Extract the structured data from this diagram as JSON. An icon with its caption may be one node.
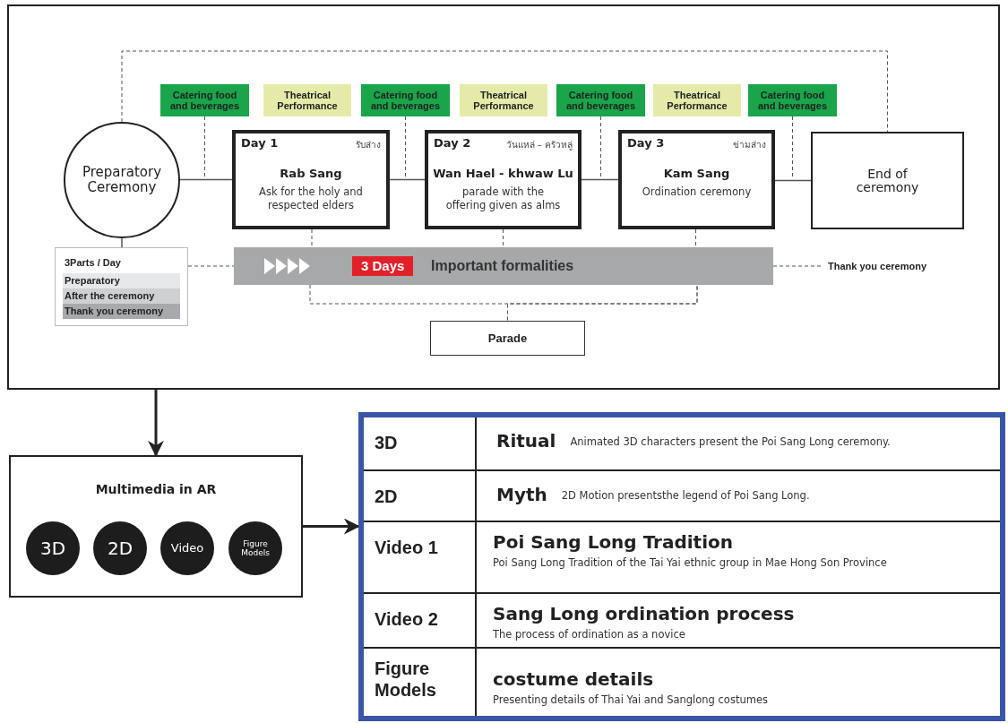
{
  "diagram": {
    "nodes": [
      {
        "text": [],
        "shape": "box"
      },
      {
        "text": [
          "Preparatory Ceremony"
        ],
        "in": 0
      },
      {
        "text": [
          "Catering food and beverages"
        ],
        "in": 0
      },
      {
        "text": [
          "Theatrical Performance"
        ],
        "in": 0
      },
      {
        "text": [
          "Catering food and beverages"
        ],
        "in": 0
      },
      {
        "text": [
          "Theatrical Performance"
        ],
        "in": 0
      },
      {
        "text": [
          "Catering food and beverages"
        ],
        "in": 0
      },
      {
        "text": [
          "Theatrical Performance"
        ],
        "in": 0
      },
      {
        "text": [
          "Catering food and beverages"
        ],
        "in": 0
      },
      {
        "text": [
          "Day 1",
          "รับส่าง",
          "Rab Sang",
          "Ask for the holy and respected elders"
        ],
        "in": 0
      },
      {
        "text": [
          "Day 2",
          "วันแหล่ – ครัวหลู่",
          "Wan Hael - khwaw Lu",
          "parade with the offering given as alms"
        ],
        "in": 0
      },
      {
        "text": [
          "Day 3",
          "ข่ามส่าง",
          "Kam Sang",
          "Ordination ceremony"
        ],
        "in": 0
      },
      {
        "text": [
          "End of ceremony"
        ],
        "in": 0
      },
      {
        "text": [
          "3Parts / Day",
          "Preparatory",
          "After the ceremony",
          "Thank you ceremony"
        ],
        "in": 0
      },
      {
        "text": [
          "3 Days",
          "Important formalities"
        ],
        "in": 0
      },
      {
        "text": [
          "Thank you ceremony"
        ],
        "in": 0
      },
      {
        "text": [
          "Parade"
        ],
        "in": 0
      },
      {
        "text": [
          "Multimedia in AR"
        ]
      },
      {
        "text": [
          "3D"
        ],
        "in": 17
      },
      {
        "text": [
          "2D"
        ],
        "in": 17
      },
      {
        "text": [
          "Video"
        ],
        "in": 17
      },
      {
        "text": [
          "Figure Models"
        ],
        "in": 17
      },
      {
        "text": [],
        "shape": "box"
      },
      {
        "text": [
          "3D",
          "Ritual",
          "Animated 3D characters present the Poi Sang Long ceremony."
        ],
        "in": 22
      },
      {
        "text": [
          "2D",
          "Myth",
          "2D Motion presentsthe legend of Poi Sang Long."
        ],
        "in": 22
      },
      {
        "text": [
          "Video 1",
          "Poi Sang Long Tradition",
          "Poi Sang Long Tradition of the Tai Yai ethnic group in Mae Hong Son Province"
        ],
        "in": 22
      },
      {
        "text": [
          "Video 2",
          "Sang Long ordination process",
          "The process of ordination as a novice"
        ],
        "in": 22
      },
      {
        "text": [
          "Figure Models",
          "costume details",
          "Presenting details of Thai Yai and Sanglong costumes"
        ],
        "in": 22
      }
    ],
    "edges": [
      {
        "from": 1,
        "to": 9,
        "arrow": "none"
      },
      {
        "from": 9,
        "to": 10,
        "arrow": "none"
      },
      {
        "from": 10,
        "to": 11,
        "arrow": "none"
      },
      {
        "from": 11,
        "to": 12,
        "arrow": "none"
      },
      {
        "from": 1,
        "to": 12,
        "arrow": "none",
        "style": "dashed"
      },
      {
        "from": 2,
        "to": null,
        "arrow": "none",
        "style": "dashed"
      },
      {
        "from": 4,
        "to": null,
        "arrow": "none",
        "style": "dashed"
      },
      {
        "from": 6,
        "to": null,
        "arrow": "none",
        "style": "dashed"
      },
      {
        "from": 8,
        "to": null,
        "arrow": "none",
        "style": "dashed"
      },
      {
        "from": 1,
        "to": 13,
        "arrow": "none"
      },
      {
        "from": 13,
        "to": 14,
        "arrow": "none",
        "style": "dashed"
      },
      {
        "from": 14,
        "to": 15,
        "arrow": "none",
        "style": "dashed"
      },
      {
        "from": 9,
        "to": 14,
        "arrow": "none",
        "style": "dashed"
      },
      {
        "from": 10,
        "to": 14,
        "arrow": "none",
        "style": "dashed"
      },
      {
        "from": 11,
        "to": 14,
        "arrow": "none",
        "style": "dashed"
      },
      {
        "from": 14,
        "to": 16,
        "arrow": "none",
        "style": "dashed"
      },
      {
        "from": 0,
        "to": 17,
        "arrow": "to",
        "style": "thick"
      },
      {
        "from": 17,
        "to": 22,
        "arrow": "to",
        "style": "thick"
      }
    ]
  }
}
